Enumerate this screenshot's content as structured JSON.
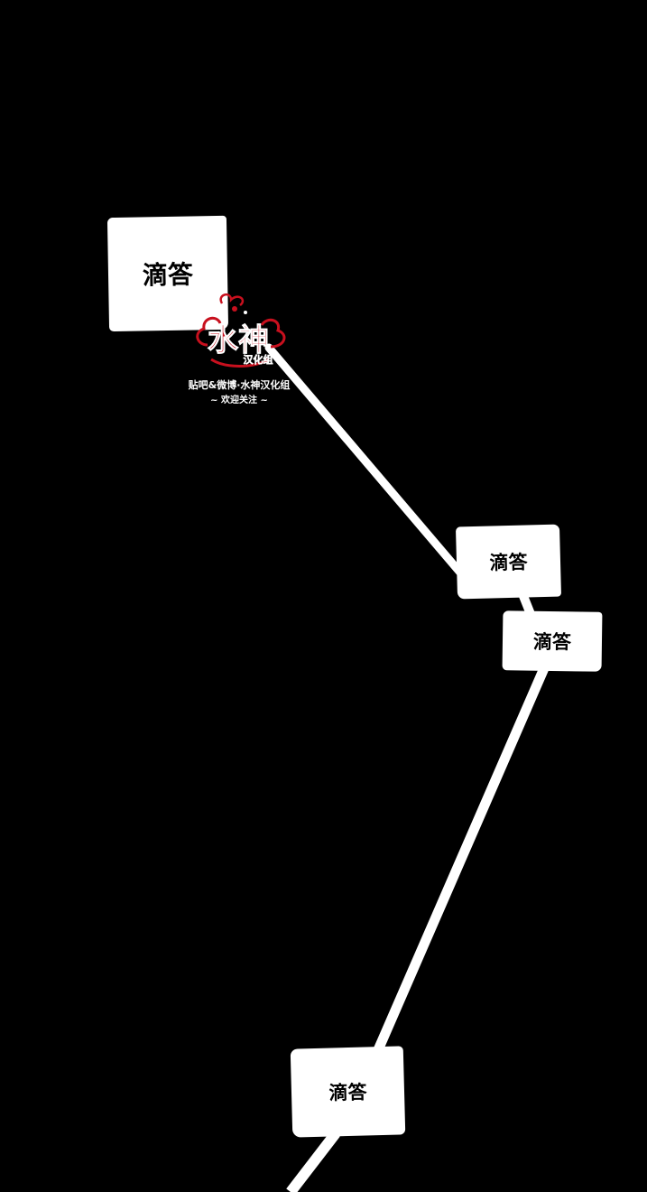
{
  "panel": {
    "background_color": "#000000",
    "bubble_color": "#ffffff",
    "line_color": "#ffffff"
  },
  "sfx": {
    "bubble_1": "滴答",
    "bubble_2": "滴答",
    "bubble_3": "滴答",
    "bubble_4": "滴答"
  },
  "watermark": {
    "logo": "水神",
    "logo_sub": "汉化组",
    "line1": "贴吧&微博·水神汉化组",
    "line2": "~ 欢迎关注 ~",
    "accent_color": "#c8101e"
  }
}
